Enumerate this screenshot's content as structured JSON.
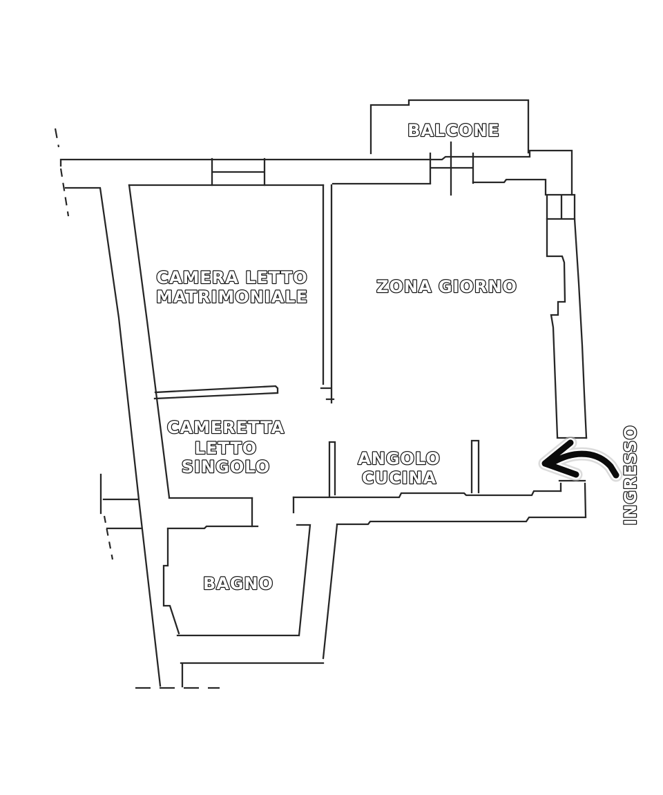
{
  "plan": {
    "type": "apartment-floor-plan",
    "language": "it",
    "rooms": {
      "balcone": {
        "label": "BALCONE"
      },
      "camera_letto_matrimoniale": {
        "label_line1": "CAMERA LETTO",
        "label_line2": "MATRIMONIALE"
      },
      "zona_giorno": {
        "label": "ZONA GIORNO"
      },
      "cameretta_letto_singolo": {
        "label_line1": "CAMERETTA",
        "label_line2": "LETTO",
        "label_line3": "SINGOLO"
      },
      "angolo_cucina": {
        "label_line1": "ANGOLO",
        "label_line2": "CUCINA"
      },
      "bagno": {
        "label": "BAGNO"
      },
      "ingresso": {
        "label": "INGRESSO"
      }
    },
    "colors": {
      "wall": "#262626",
      "background": "#ffffff",
      "label_fill": "#ffffff",
      "label_outline": "#161616",
      "arrow": "#0b0b0b"
    }
  }
}
